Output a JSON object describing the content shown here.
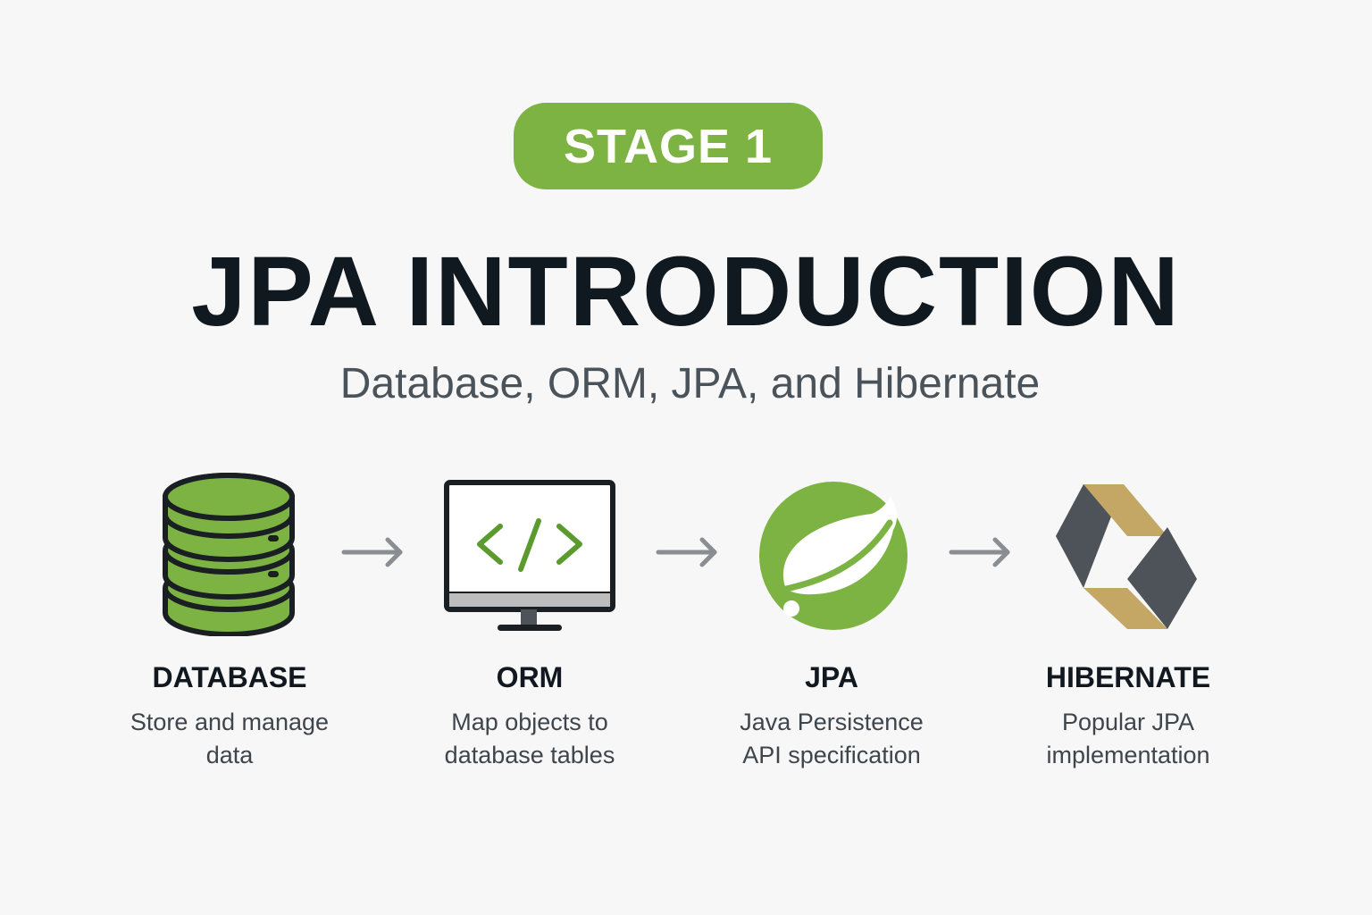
{
  "colors": {
    "accent": "#7cb342",
    "title": "#101820",
    "subtitle": "#4a525a",
    "arrow": "#8a8e92",
    "hibernate_dark": "#4d5359",
    "hibernate_gold": "#c4a765"
  },
  "badge": {
    "label": "STAGE 1"
  },
  "title": "JPA INTRODUCTION",
  "subtitle": "Database, ORM, JPA, and Hibernate",
  "steps": [
    {
      "label": "DATABASE",
      "desc_line1": "Store and manage",
      "desc_line2": "data",
      "icon": "database-icon"
    },
    {
      "label": "ORM",
      "desc_line1": "Map objects to",
      "desc_line2": "database tables",
      "icon": "monitor-code-icon"
    },
    {
      "label": "JPA",
      "desc_line1": "Java Persistence",
      "desc_line2": "API specification",
      "icon": "spring-leaf-icon"
    },
    {
      "label": "HIBERNATE",
      "desc_line1": "Popular JPA",
      "desc_line2": "implementation",
      "icon": "hibernate-logo-icon"
    }
  ]
}
